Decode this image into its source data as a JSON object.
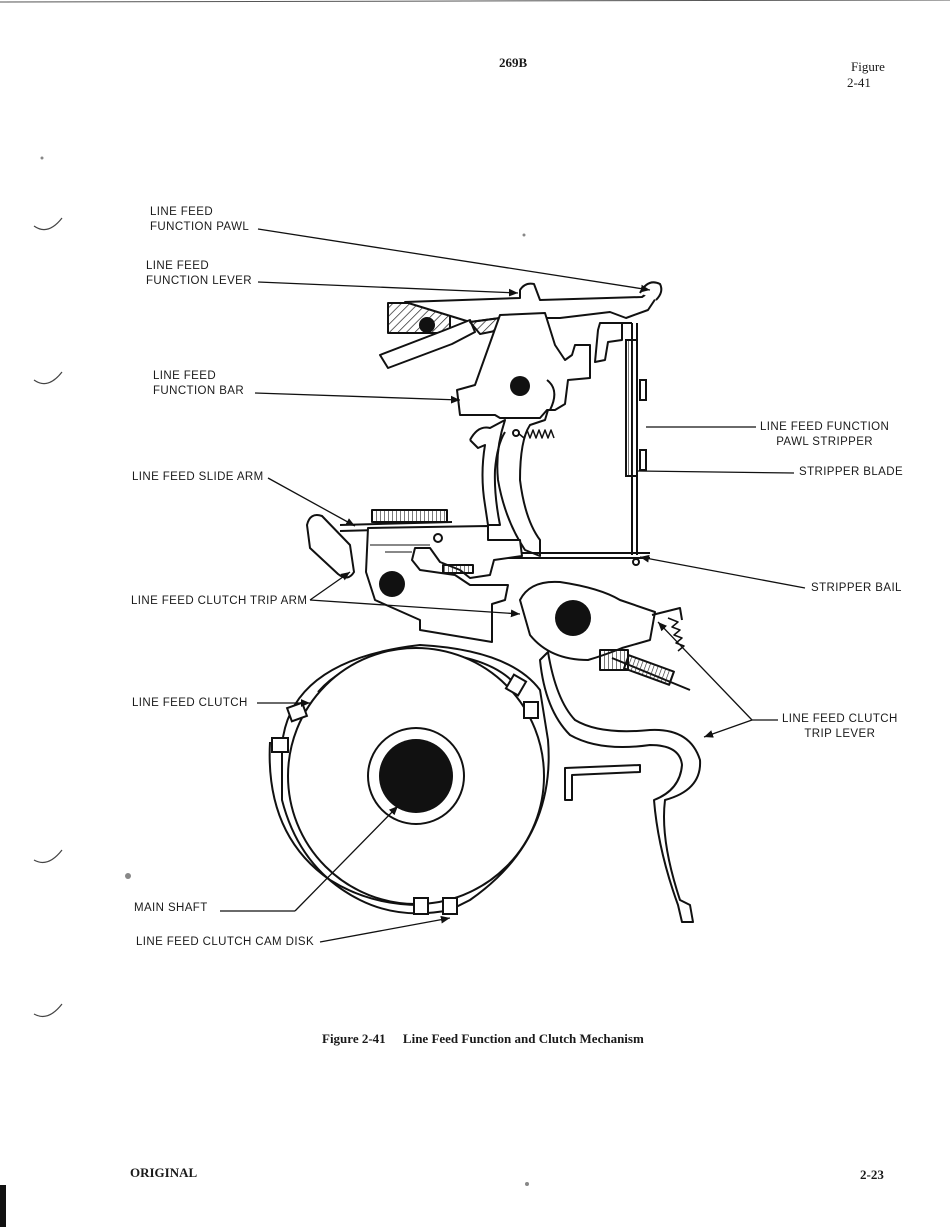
{
  "header": {
    "doc_number": "269B",
    "figure_word": "Figure",
    "figure_number": "2-41"
  },
  "labels": {
    "pawl": {
      "line1": "LINE FEED",
      "line2": "FUNCTION PAWL"
    },
    "lever": {
      "line1": "LINE FEED",
      "line2": "FUNCTION LEVER"
    },
    "bar": {
      "line1": "LINE FEED",
      "line2": "FUNCTION BAR"
    },
    "slide_arm": "LINE FEED SLIDE ARM",
    "trip_arm": "LINE FEED CLUTCH TRIP ARM",
    "clutch": "LINE FEED CLUTCH",
    "main_shaft": "MAIN SHAFT",
    "cam_disk": "LINE FEED CLUTCH CAM DISK",
    "pawl_stripper": {
      "line1": "LINE FEED FUNCTION",
      "line2": "PAWL STRIPPER"
    },
    "stripper_blade": "STRIPPER BLADE",
    "stripper_bail": "STRIPPER BAIL",
    "trip_lever": {
      "line1": "LINE FEED CLUTCH",
      "line2": "TRIP LEVER"
    }
  },
  "caption": {
    "number": "Figure 2-41",
    "title": "Line Feed Function and Clutch Mechanism"
  },
  "footer": {
    "left": "ORIGINAL",
    "right": "2-23"
  }
}
